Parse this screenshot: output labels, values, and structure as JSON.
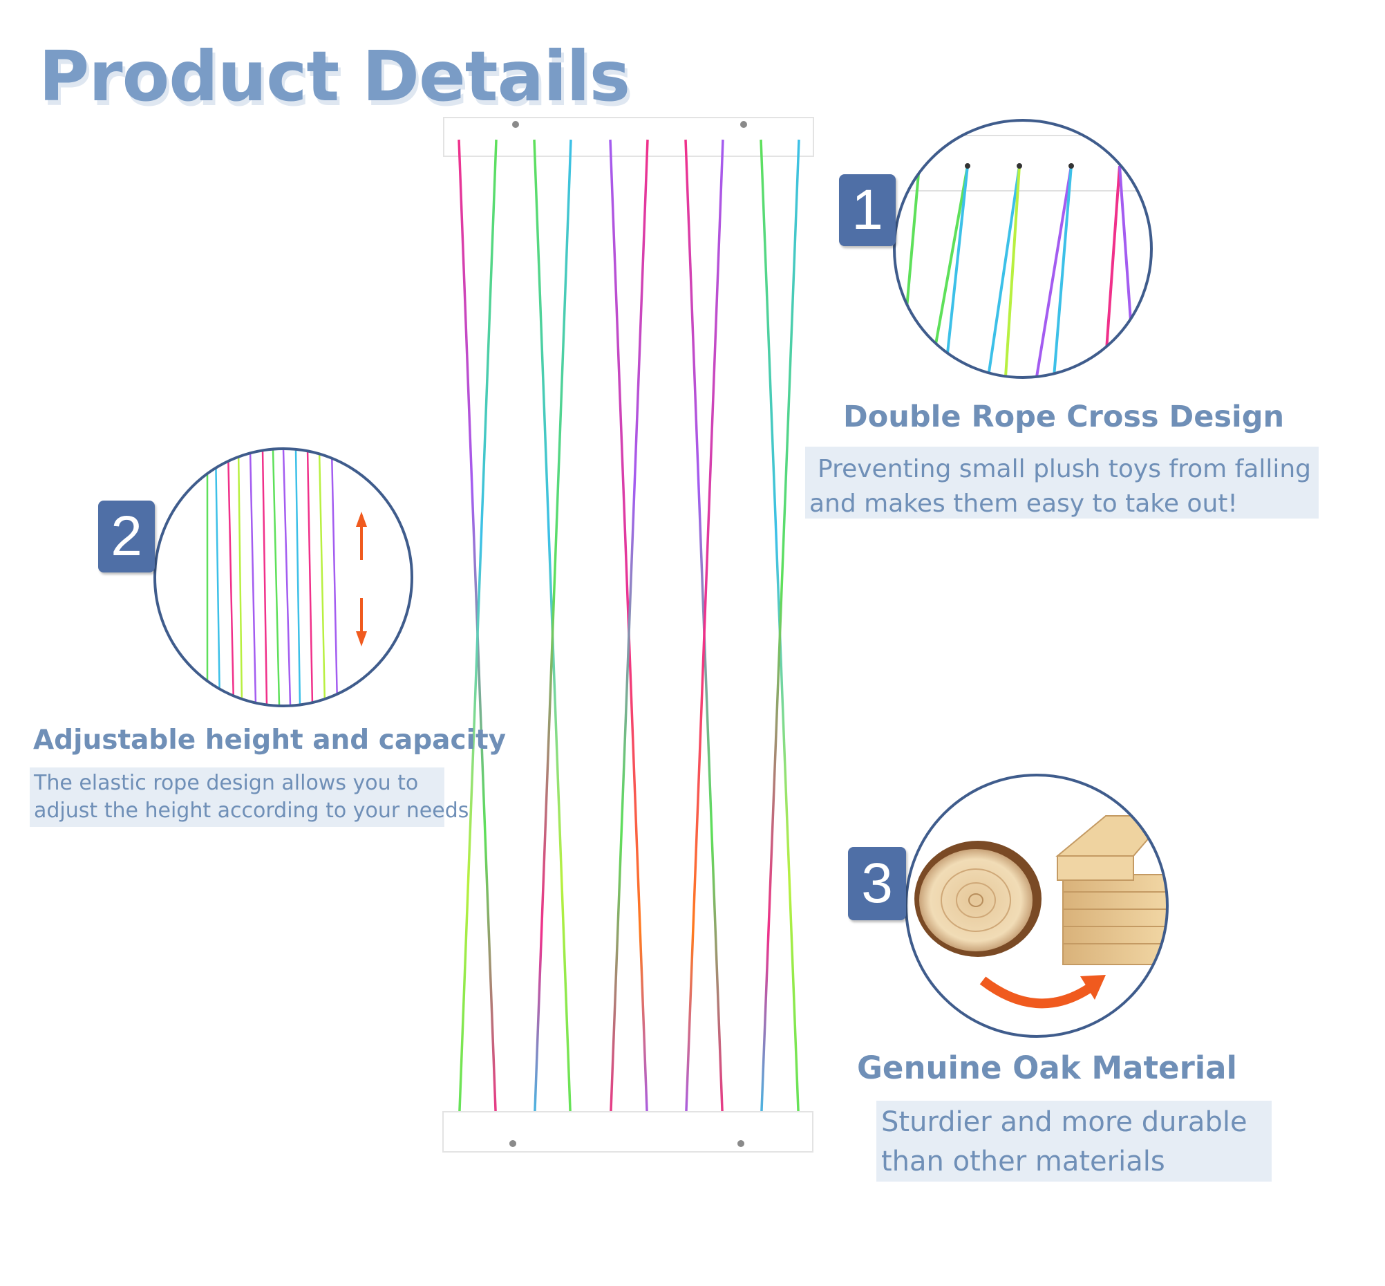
{
  "page": {
    "title": "Product Details"
  },
  "features": [
    {
      "number": "1",
      "title": "Double Rope Cross Design",
      "description": [
        "Preventing small plush toys from falling",
        "and makes them easy to take out!"
      ],
      "icon": "rope-closeup-icon"
    },
    {
      "number": "2",
      "title": "Adjustable height and capacity",
      "description": [
        "The elastic rope design allows you to",
        "adjust the height according to your needs"
      ],
      "icon": "up-down-arrows-icon"
    },
    {
      "number": "3",
      "title": "Genuine Oak Material",
      "description": [
        "Sturdier and more durable",
        "than other materials"
      ],
      "icon": "oak-wood-icon"
    }
  ],
  "colors": {
    "title": "#7a9cc6",
    "text": "#6f8fb7",
    "badge": "#4f6fa6",
    "desc_background": "#e6edf5",
    "circle_border": "#3f5c8c",
    "arrow": "#f05a1e",
    "rope_colors": [
      "#f0308a",
      "#a35cf0",
      "#3cc0e8",
      "#5ee05a",
      "#b8f040",
      "#ff7a1e"
    ]
  }
}
